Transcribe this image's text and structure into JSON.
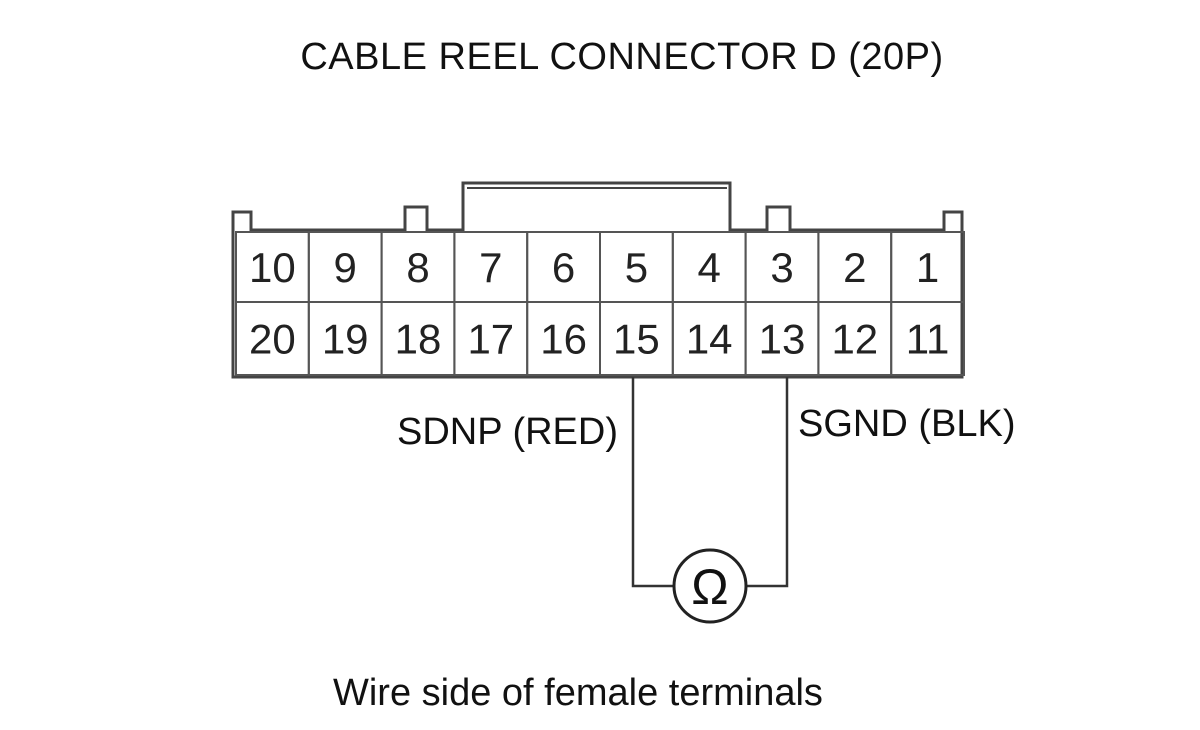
{
  "title": "CABLE REEL CONNECTOR D (20P)",
  "connector": {
    "top_row": [
      "10",
      "9",
      "8",
      "7",
      "6",
      "5",
      "4",
      "3",
      "2",
      "1"
    ],
    "bottom_row": [
      "20",
      "19",
      "18",
      "17",
      "16",
      "15",
      "14",
      "13",
      "12",
      "11"
    ]
  },
  "probes": {
    "left_label": "SDNP (RED)",
    "right_label": "SGND (BLK)",
    "left_pin": "15",
    "right_pin": "13",
    "meter_symbol": "Ω",
    "meter_icon": "ohmmeter-icon"
  },
  "caption": "Wire side of female terminals",
  "colors": {
    "line": "#333333",
    "text": "#111111",
    "background": "#ffffff"
  }
}
